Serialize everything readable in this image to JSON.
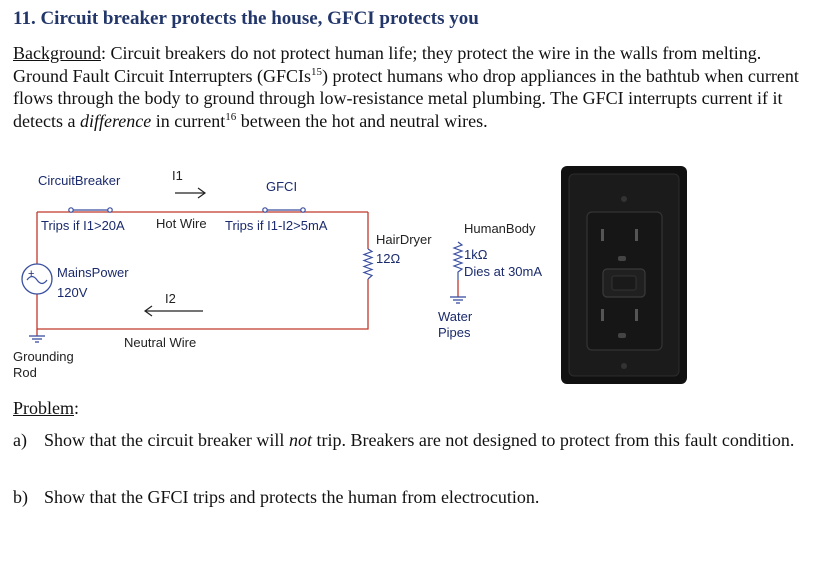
{
  "section": {
    "heading": "11. Circuit breaker protects the house, GFCI protects you"
  },
  "background": {
    "label": "Background",
    "text_1": ": Circuit breakers do not protect human life; they protect the wire in the walls from melting. Ground Fault Circuit Interrupters (GFCIs",
    "footnote_1": "15",
    "text_2": ") protect humans who drop appliances in the bathtub when current flows through the body to ground through low-resistance metal plumbing. The GFCI interrupts current if it detects a ",
    "emphasis": "difference",
    "text_3": " in current",
    "footnote_2": "16",
    "text_4": " between the hot and neutral wires."
  },
  "circuit": {
    "breaker_label": "CircuitBreaker",
    "i1_label": "I1",
    "gfci_label": "GFCI",
    "breaker_trip": "Trips if I1>20A",
    "hot_wire": "Hot Wire",
    "gfci_trip": "Trips if I1-I2>5mA",
    "source_label": "MainsPower",
    "source_value": "120V",
    "i2_label": "I2",
    "neutral_wire": "Neutral Wire",
    "ground_label_1": "Grounding",
    "ground_label_2": "Rod",
    "dryer_label": "HairDryer",
    "dryer_value": "12Ω",
    "body_label": "HumanBody",
    "body_value": "1kΩ",
    "body_note": "Dies at 30mA",
    "water_label_1": "Water",
    "water_label_2": "Pipes"
  },
  "problem": {
    "label": "Problem",
    "colon": ":",
    "items": [
      {
        "letter": "a)",
        "before": "Show that the circuit breaker will ",
        "emph": "not",
        "after": " trip. Breakers are not designed to protect from this fault condition."
      },
      {
        "letter": "b)",
        "before": "Show that the GFCI trips and protects the human from electrocution.",
        "emph": "",
        "after": ""
      }
    ]
  },
  "colors": {
    "heading": "#22366a",
    "wire": "#c0392b",
    "component": "#3a4fa0",
    "label": "#1a2a6c",
    "outlet": "#111111"
  },
  "icons": [
    "gfci-outlet-photo",
    "ground-symbol",
    "ac-source-symbol",
    "resistor-symbol",
    "switch-symbol"
  ]
}
